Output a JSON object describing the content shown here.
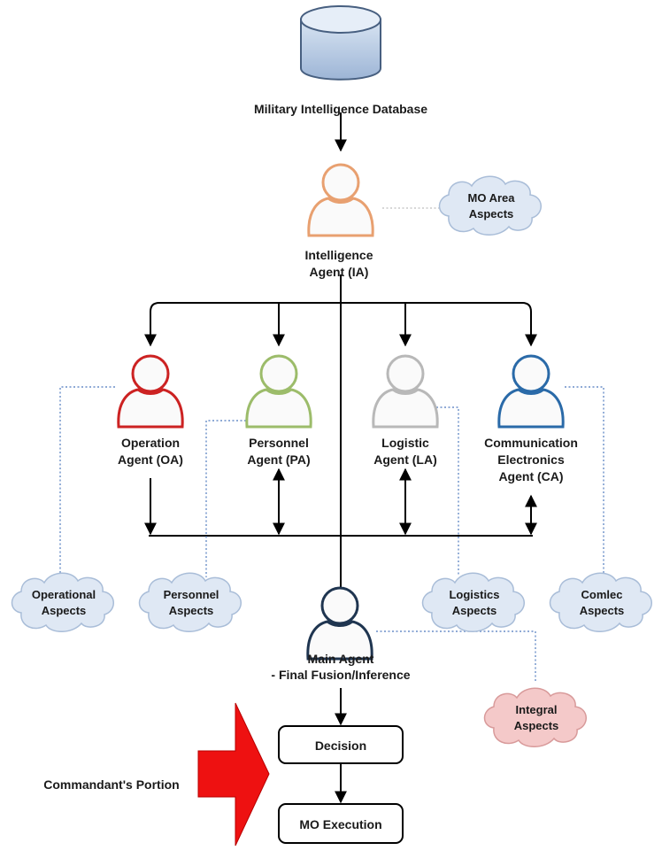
{
  "database": {
    "label": "Military Intelligence Database"
  },
  "intelligence_agent": {
    "line1": "Intelligence",
    "line2": "Agent (IA)",
    "color": "#e8a070"
  },
  "mo_area": {
    "line1": "MO Area",
    "line2": "Aspects"
  },
  "agents": {
    "operation": {
      "line1": "Operation",
      "line2": "Agent (OA)",
      "color": "#cc2222"
    },
    "personnel": {
      "line1": "Personnel",
      "line2": "Agent (PA)",
      "color": "#9cbc6a"
    },
    "logistic": {
      "line1": "Logistic",
      "line2": "Agent (LA)",
      "color": "#b8b8b8"
    },
    "communication": {
      "line1": "Communication",
      "line2": "Electronics",
      "line3": "Agent (CA)",
      "color": "#2a6aa8"
    }
  },
  "aspects": {
    "operational": {
      "line1": "Operational",
      "line2": "Aspects"
    },
    "personnel": {
      "line1": "Personnel",
      "line2": "Aspects"
    },
    "logistics": {
      "line1": "Logistics",
      "line2": "Aspects"
    },
    "comlec": {
      "line1": "Comlec",
      "line2": "Aspects"
    },
    "integral": {
      "line1": "Integral",
      "line2": "Aspects"
    }
  },
  "main_agent": {
    "line1": "Main Agent",
    "line2": "- Final Fusion/Inference",
    "color": "#1f3550"
  },
  "decision": {
    "label": "Decision"
  },
  "execution": {
    "label": "MO Execution"
  },
  "commandant": {
    "label": "Commandant's Portion",
    "color": "#ee1111"
  }
}
